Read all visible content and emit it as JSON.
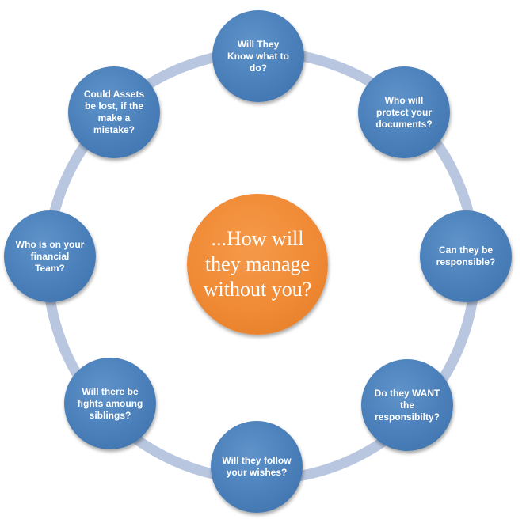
{
  "center": {
    "text": "...How will they manage without you?"
  },
  "nodes": [
    {
      "id": "know-what-to-do",
      "text": "Will They Know what to do?"
    },
    {
      "id": "protect-documents",
      "text": "Who will protect your documents?"
    },
    {
      "id": "be-responsible",
      "text": "Can they be responsible?"
    },
    {
      "id": "want-responsibility",
      "text": "Do they WANT the responsibilty?"
    },
    {
      "id": "follow-wishes",
      "text": "Will they follow your wishes?"
    },
    {
      "id": "fights-siblings",
      "text": "Will there be fights amoung siblings?"
    },
    {
      "id": "financial-team",
      "text": "Who is on your financial Team?"
    },
    {
      "id": "assets-lost",
      "text": "Could Assets be lost, if the make a mistake?"
    }
  ],
  "colors": {
    "ring": "#b8c6df",
    "node": "#4a7fba",
    "center": "#f08a35",
    "text": "#ffffff"
  }
}
